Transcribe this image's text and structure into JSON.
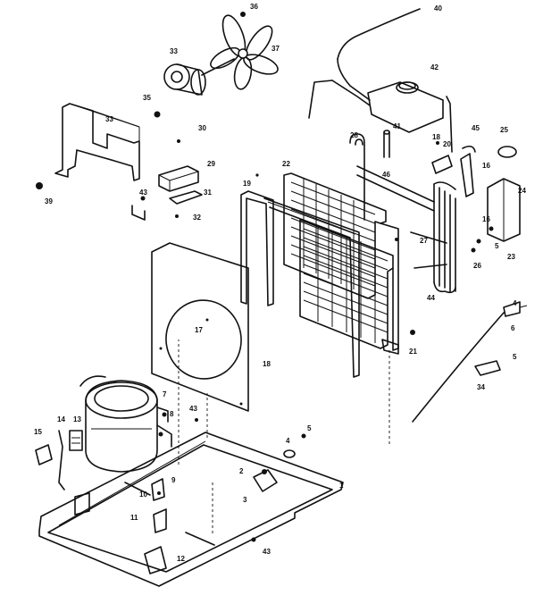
{
  "diagram": {
    "callouts": [
      {
        "id": "c1",
        "text": "1"
      },
      {
        "id": "c2",
        "text": "2"
      },
      {
        "id": "c3",
        "text": "3"
      },
      {
        "id": "c4",
        "text": "4"
      },
      {
        "id": "c5",
        "text": "5"
      },
      {
        "id": "c5b",
        "text": "5"
      },
      {
        "id": "c5c",
        "text": "5"
      },
      {
        "id": "c6",
        "text": "6"
      },
      {
        "id": "c7",
        "text": "7"
      },
      {
        "id": "c8",
        "text": "8"
      },
      {
        "id": "c9",
        "text": "9"
      },
      {
        "id": "c10",
        "text": "10"
      },
      {
        "id": "c11",
        "text": "11"
      },
      {
        "id": "c12",
        "text": "12"
      },
      {
        "id": "c13",
        "text": "13"
      },
      {
        "id": "c14",
        "text": "14"
      },
      {
        "id": "c15",
        "text": "15"
      },
      {
        "id": "c16",
        "text": "16"
      },
      {
        "id": "c16b",
        "text": "16"
      },
      {
        "id": "c17",
        "text": "17"
      },
      {
        "id": "c18",
        "text": "18"
      },
      {
        "id": "c18b",
        "text": "18"
      },
      {
        "id": "c19",
        "text": "19"
      },
      {
        "id": "c20",
        "text": "20"
      },
      {
        "id": "c21",
        "text": "21"
      },
      {
        "id": "c22",
        "text": "22"
      },
      {
        "id": "c23",
        "text": "23"
      },
      {
        "id": "c24",
        "text": "24"
      },
      {
        "id": "c25",
        "text": "25"
      },
      {
        "id": "c26",
        "text": "26"
      },
      {
        "id": "c27",
        "text": "27"
      },
      {
        "id": "c28",
        "text": "28"
      },
      {
        "id": "c29",
        "text": "29"
      },
      {
        "id": "c30",
        "text": "30"
      },
      {
        "id": "c31",
        "text": "31"
      },
      {
        "id": "c32",
        "text": "32"
      },
      {
        "id": "c33",
        "text": "33"
      },
      {
        "id": "c34",
        "text": "34"
      },
      {
        "id": "c35",
        "text": "35"
      },
      {
        "id": "c36",
        "text": "36"
      },
      {
        "id": "c36b",
        "text": "36"
      },
      {
        "id": "c37",
        "text": "37"
      },
      {
        "id": "c39",
        "text": "39"
      },
      {
        "id": "c40",
        "text": "40"
      },
      {
        "id": "c41",
        "text": "41"
      },
      {
        "id": "c42",
        "text": "42"
      },
      {
        "id": "c43a",
        "text": "43"
      },
      {
        "id": "c43b",
        "text": "43"
      },
      {
        "id": "c43c",
        "text": "43"
      },
      {
        "id": "c44",
        "text": "44"
      },
      {
        "id": "c45",
        "text": "45"
      },
      {
        "id": "c46",
        "text": "46"
      },
      {
        "id": "c4b",
        "text": "4"
      }
    ]
  }
}
